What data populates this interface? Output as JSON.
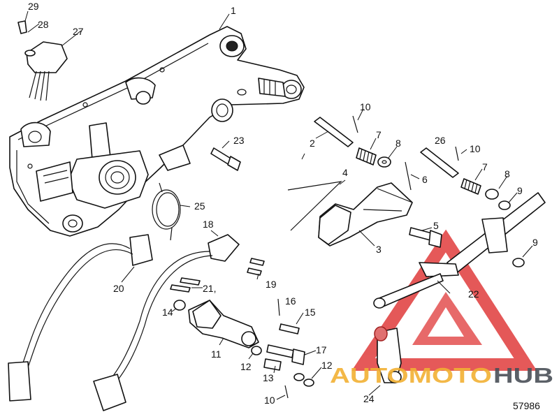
{
  "labels": {
    "p1": "1",
    "p2": "2",
    "p3": "3",
    "p4": "4",
    "p5": "5",
    "p6": "6",
    "p7a": "7",
    "p7b": "7",
    "p8a": "8",
    "p8b": "8",
    "p9a": "9",
    "p9b": "9",
    "p10a": "10",
    "p10b": "10",
    "p10c": "10",
    "p11": "11",
    "p12a": "12",
    "p12b": "12",
    "p13": "13",
    "p14": "14",
    "p15": "15",
    "p16": "16",
    "p17": "17",
    "p18": "18",
    "p19": "19",
    "p20": "20",
    "p21": "21,",
    "p22": "22",
    "p23": "23",
    "p24": "24",
    "p25": "25",
    "p26": "26",
    "p27": "27",
    "p28": "28",
    "p29": "29"
  },
  "figure_number": "57986",
  "watermark": {
    "brand_left": "AUTOMOTO",
    "brand_right": "HUB",
    "color_red": "#e03c3c",
    "color_orange": "#f2b134",
    "color_gray": "#4a4f57"
  }
}
